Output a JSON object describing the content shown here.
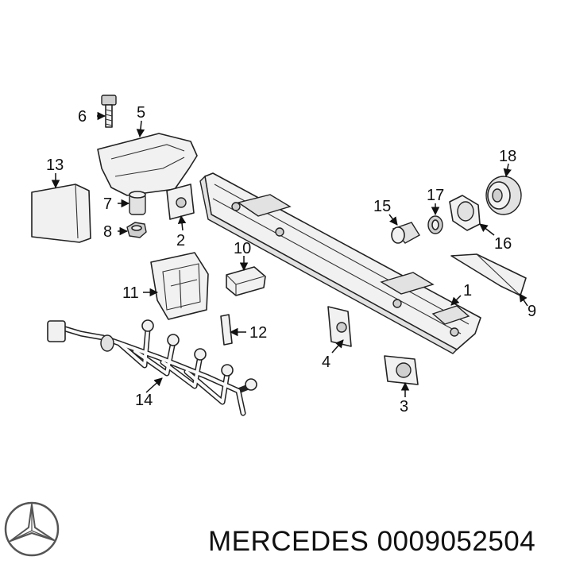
{
  "callouts": [
    {
      "id": "1",
      "label": "1"
    },
    {
      "id": "2",
      "label": "2"
    },
    {
      "id": "3",
      "label": "3"
    },
    {
      "id": "4",
      "label": "4"
    },
    {
      "id": "5",
      "label": "5"
    },
    {
      "id": "6",
      "label": "6"
    },
    {
      "id": "7",
      "label": "7"
    },
    {
      "id": "8",
      "label": "8"
    },
    {
      "id": "9",
      "label": "9"
    },
    {
      "id": "10",
      "label": "10"
    },
    {
      "id": "11",
      "label": "11"
    },
    {
      "id": "12",
      "label": "12"
    },
    {
      "id": "13",
      "label": "13"
    },
    {
      "id": "14",
      "label": "14"
    },
    {
      "id": "15",
      "label": "15"
    },
    {
      "id": "16",
      "label": "16"
    },
    {
      "id": "17",
      "label": "17"
    },
    {
      "id": "18",
      "label": "18"
    }
  ],
  "footer": {
    "brand": "MERCEDES",
    "part_number": "0009052504",
    "text": "MERCEDES 0009052504"
  },
  "logo": {
    "icon": "mercedes-star-logo",
    "color": "#555555"
  }
}
